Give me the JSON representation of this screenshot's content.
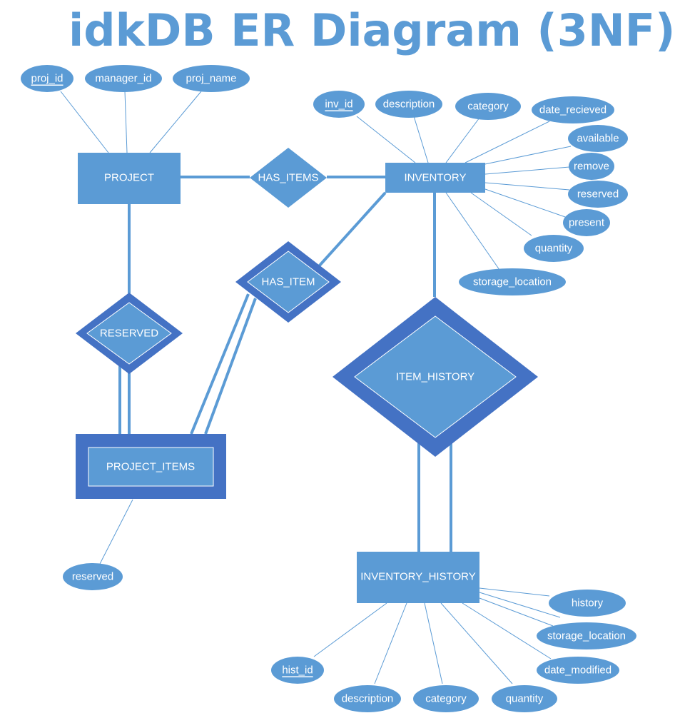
{
  "title": "idkDB ER Diagram (3NF)",
  "colors": {
    "fill": "#5b9bd5",
    "dark": "#4472c4",
    "text": "#ffffff"
  },
  "entities": {
    "project": "PROJECT",
    "inventory": "INVENTORY",
    "project_items": "PROJECT_ITEMS",
    "inventory_history": "INVENTORY_HISTORY"
  },
  "relationships": {
    "has_items": "HAS_ITEMS",
    "has_item": "HAS_ITEM",
    "reserved": "RESERVED",
    "item_history": "ITEM_HISTORY"
  },
  "attributes": {
    "project": [
      "proj_id",
      "manager_id",
      "proj_name"
    ],
    "inventory": [
      "inv_id",
      "description",
      "category",
      "date_recieved",
      "available",
      "remove",
      "reserved",
      "present",
      "quantity",
      "storage_location"
    ],
    "project_items": [
      "reserved"
    ],
    "inventory_history": [
      "hist_id",
      "description",
      "category",
      "quantity",
      "history",
      "storage_location",
      "date_modified"
    ]
  }
}
